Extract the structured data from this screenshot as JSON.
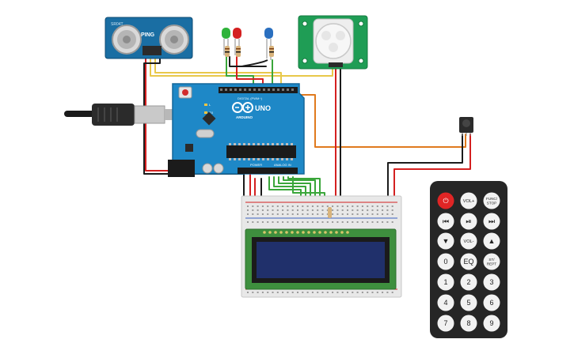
{
  "colors": {
    "arduino": "#1e88c7",
    "sensor_board": "#1a6ea3",
    "pir_board": "#1f9d55",
    "wire_red": "#d42020",
    "wire_black": "#1b1b1b",
    "wire_green": "#3aa63a",
    "wire_yellow": "#e8c84a",
    "wire_orange": "#e07a1e",
    "remote_body": "#262626",
    "remote_button": "#f2f2f2",
    "power_button": "#e02525",
    "lcd_board": "#3e8f3e",
    "lcd_screen": "#20306b"
  },
  "ultrasonic": {
    "label": "PING",
    "top_text": "SR04T"
  },
  "arduino": {
    "brand": "ARDUINO",
    "model": "UNO",
    "analog_label": "ANALOG IN",
    "power_label": "POWER",
    "digital_label": "DIGITAL (PWM~)",
    "tx_label": "TX",
    "rx_label": "RX",
    "l_label": "L"
  },
  "leds": [
    {
      "name": "led-green",
      "color": "#2fb33a"
    },
    {
      "name": "led-red",
      "color": "#d42020"
    },
    {
      "name": "led-blue",
      "color": "#2a6fbf"
    }
  ],
  "remote": {
    "rows": [
      [
        {
          "label": "⏻",
          "icon": "power-icon"
        },
        {
          "label": "VOL+"
        },
        {
          "label": "FUNC/\nSTOP"
        }
      ],
      [
        {
          "label": "⏮",
          "icon": "rewind-icon"
        },
        {
          "label": "⏯",
          "icon": "play-pause-icon"
        },
        {
          "label": "⏭",
          "icon": "fast-forward-icon"
        }
      ],
      [
        {
          "label": "▼",
          "icon": "down-icon"
        },
        {
          "label": "VOL-"
        },
        {
          "label": "▲",
          "icon": "up-icon"
        }
      ],
      [
        {
          "label": "0"
        },
        {
          "label": "EQ"
        },
        {
          "label": "ST/\nREPT"
        }
      ],
      [
        {
          "label": "1"
        },
        {
          "label": "2"
        },
        {
          "label": "3"
        }
      ],
      [
        {
          "label": "4"
        },
        {
          "label": "5"
        },
        {
          "label": "6"
        }
      ],
      [
        {
          "label": "7"
        },
        {
          "label": "8"
        },
        {
          "label": "9"
        }
      ]
    ]
  }
}
